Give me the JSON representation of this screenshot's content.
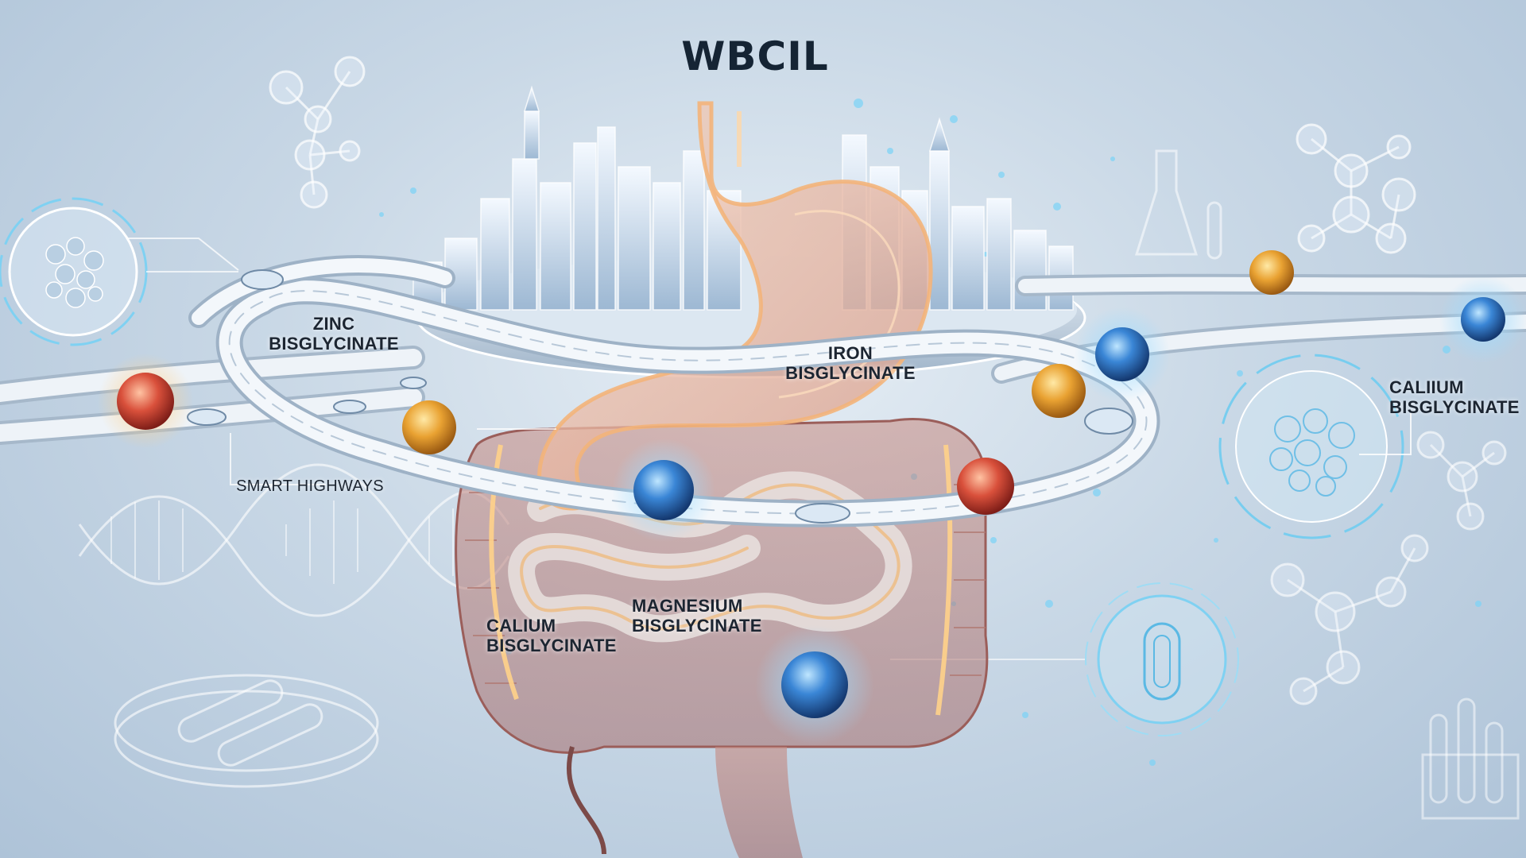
{
  "title": "WBCIL",
  "labels": {
    "zinc": [
      "ZINC",
      "BISGLYCINATE"
    ],
    "iron": [
      "IRON",
      "BISGLYCINATE"
    ],
    "calium_right": [
      "CALIIUM",
      "BISGLYCINATE"
    ],
    "calium_left": [
      "CALIUM",
      "BISGLYCINATE"
    ],
    "magnesium": [
      "MAGNESIUM",
      "BISGLYCINATE"
    ],
    "highways": "SMART HIGHWAYS"
  },
  "colors": {
    "background": "#c9d8e6",
    "highway": "#eef3f8",
    "gut_glow": "#f6b26b",
    "sphere_blue": "#2f6fc4",
    "sphere_orange": "#e49a2b",
    "sphere_red": "#d0433a",
    "accent_cyan": "#6ec9ef"
  },
  "icons": [
    "molecule-icon",
    "dna-helix-icon",
    "petri-dish-icon",
    "flask-icon",
    "test-tube-rack-icon",
    "cell-circle-icon",
    "bacteria-circle-icon"
  ]
}
